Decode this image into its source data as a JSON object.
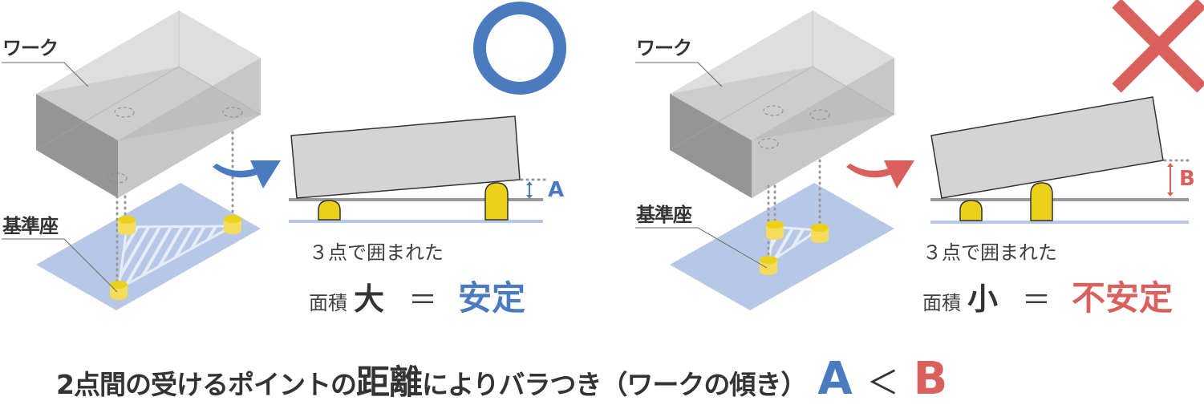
{
  "colors": {
    "good": "#4a7bbf",
    "bad": "#d9605d",
    "text": "#333333",
    "work_box": "#d4d4d4",
    "base_plate": "#b7c8e6",
    "pin_yellow": "#ecd11a",
    "floor_line": "#999999"
  },
  "left_panel": {
    "work_label": "ワーク",
    "base_label": "基準座",
    "verdict_symbol": "○",
    "description_line1": "３点で囲まれた",
    "area_label": "面積",
    "area_size": "大",
    "equals": "＝",
    "result": "安定",
    "gap_tag": "A"
  },
  "right_panel": {
    "work_label": "ワーク",
    "base_label": "基準座",
    "verdict_symbol": "×",
    "description_line1": "３点で囲まれた",
    "area_label": "面積",
    "area_size": "小",
    "equals": "＝",
    "result": "不安定",
    "gap_tag": "B"
  },
  "caption": {
    "part1": "2点間の受けるポイントの",
    "emphasis": "距離",
    "part2": "によりバラつき（ワークの傾き）",
    "a": "A",
    "less_than": "＜",
    "b": "B"
  }
}
